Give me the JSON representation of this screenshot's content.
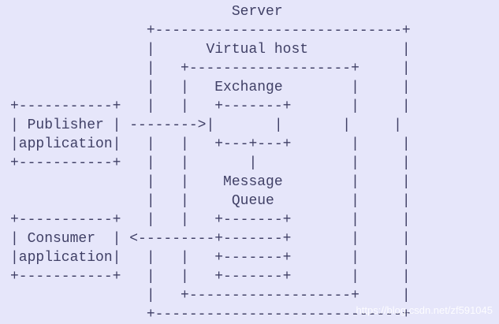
{
  "diagram": {
    "background": "#e6e6fa",
    "text_color": "#404066",
    "lines": [
      "                          Server",
      "                +-----------------------------+",
      "                |      Virtual host           |",
      "                |   +-------------------+     |",
      "                |   |   Exchange        |     |",
      "+-----------+   |   |   +-------+       |     |",
      "| Publisher | -------->|       |       |     |",
      "|application|   |   |   +---+---+       |     |",
      "+-----------+   |   |       |           |     |",
      "                |   |    Message        |     |",
      "                |   |     Queue         |     |",
      "+-----------+   |   |   +-------+       |     |",
      "| Consumer  | <---------+-------+       |     |",
      "|application|   |   |   +-------+       |     |",
      "+-----------+   |   |   +-------+       |     |",
      "                |   +-------------------+     |",
      "                +-----------------------------+"
    ],
    "watermark": "https://blog.csdn.net/zf591045"
  }
}
